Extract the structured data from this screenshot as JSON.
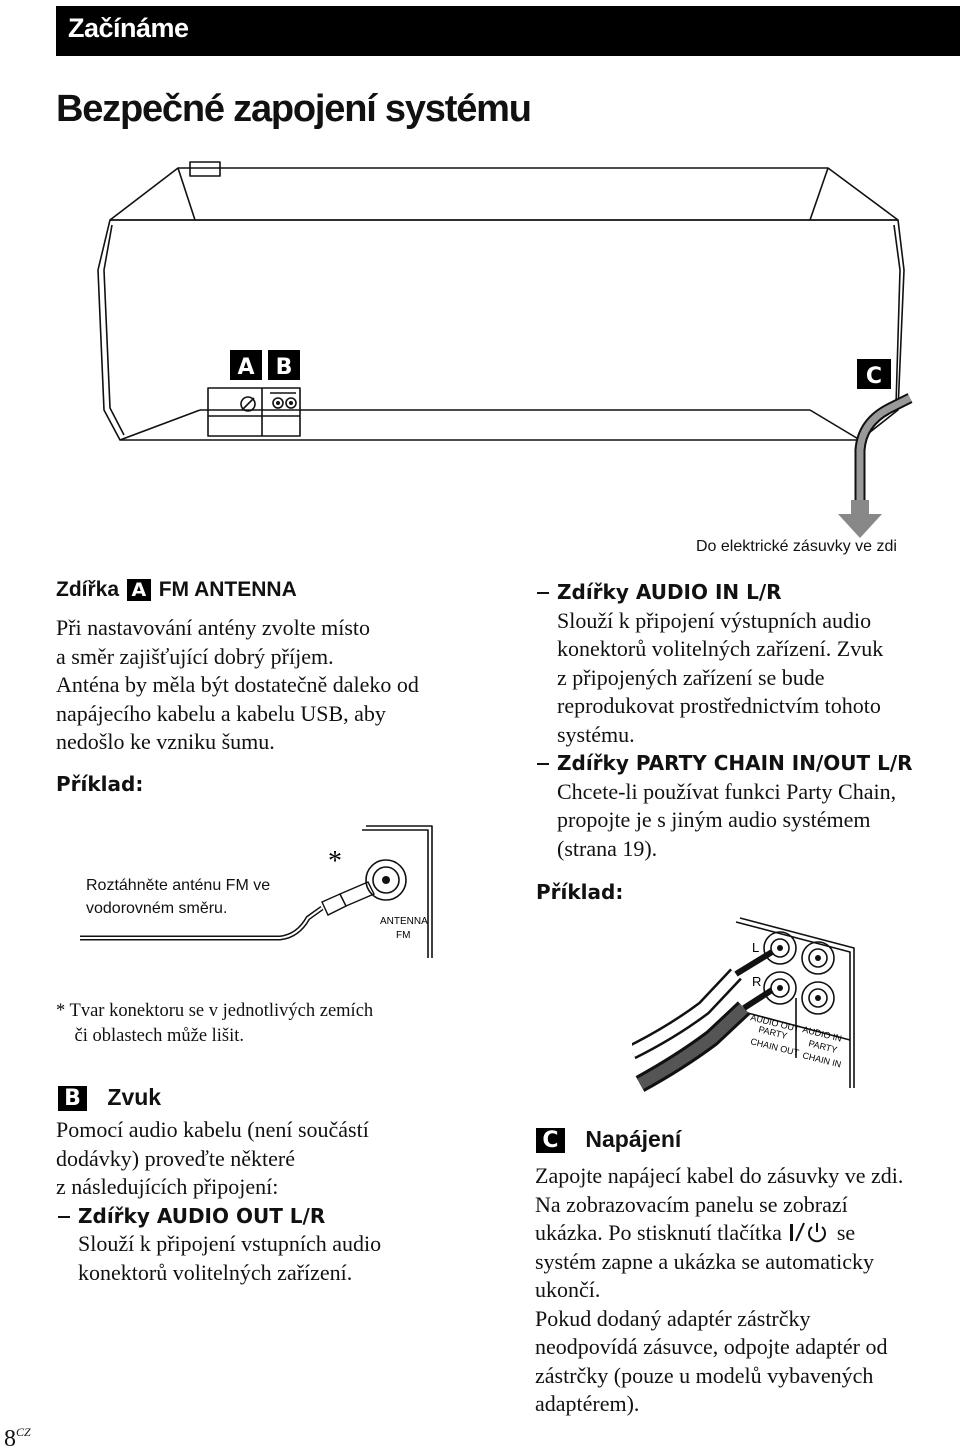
{
  "header": {
    "section_title": "Začínáme",
    "page_title": "Bezpečné zapojení systému"
  },
  "diagram": {
    "label_a": "A",
    "label_b": "B",
    "label_c": "C",
    "outlet_note": "Do elektrické zásuvky ve zdi"
  },
  "section_a": {
    "heading_prefix": "Zdířka",
    "letter": "A",
    "heading_rest": "FM ANTENNA",
    "lines": [
      "Při nastavování antény zvolte místo",
      "a směr zajišťující dobrý příjem.",
      "Anténa by měla být dostatečně daleko od",
      "napájecího kabelu a kabelu USB, aby",
      "nedošlo ke vzniku šumu."
    ],
    "example_label": "Příklad:",
    "antenna_note_lines": [
      "Roztáhněte anténu FM ve",
      "vodorovném směru."
    ],
    "asterisk": "*",
    "jack_label_1": "ANTENNA",
    "jack_label_2": "FM",
    "footnote_lines": [
      "*  Tvar konektoru se v jednotlivých zemích",
      "    či oblastech může lišit."
    ]
  },
  "section_b": {
    "letter": "B",
    "heading": "Zvuk",
    "intro_lines": [
      "Pomocí audio kabelu (není součástí",
      "dodávky) proveďte některé",
      "z následujících připojení:"
    ],
    "items": [
      {
        "title": "Zdířky AUDIO OUT L/R",
        "lines": [
          "Slouží k připojení vstupních audio",
          "konektorů volitelných zařízení."
        ]
      },
      {
        "title": "Zdířky AUDIO IN L/R",
        "lines": [
          "Slouží k připojení výstupních audio",
          "konektorů volitelných zařízení. Zvuk",
          "z připojených zařízení se bude",
          "reprodukovat prostřednictvím tohoto",
          "systému."
        ]
      },
      {
        "title": "Zdířky PARTY CHAIN IN/OUT L/R",
        "lines": [
          "Chcete-li používat funkci Party Chain,",
          "propojte je s jiným audio systémem",
          "(strana 19)."
        ]
      }
    ],
    "example_label": "Příklad:",
    "panel_labels": {
      "l": "L",
      "r": "R",
      "audio_out": "AUDIO OUT",
      "party_chain_out_1": "PARTY",
      "party_chain_out_2": "CHAIN OUT",
      "audio_in": "AUDIO IN",
      "party_chain_in_1": "PARTY",
      "party_chain_in_2": "CHAIN IN"
    }
  },
  "section_c": {
    "letter": "C",
    "heading": "Napájení",
    "lines": [
      "Zapojte napájecí kabel do zásuvky ve zdi.",
      "Na zobrazovacím panelu se zobrazí",
      "ukázka. Po stisknutí tlačítka",
      "systém zapne a ukázka se automaticky",
      "ukončí.",
      "Pokud dodaný adaptér zástrčky",
      "neodpovídá zásuvce, odpojte adaptér od",
      "zástrčky (pouze u modelů vybavených",
      "adaptérem)."
    ],
    "line3_suffix": "se",
    "power_symbol_name": "power-button-icon"
  },
  "footer": {
    "page_number": "8",
    "page_suffix": "CZ"
  }
}
